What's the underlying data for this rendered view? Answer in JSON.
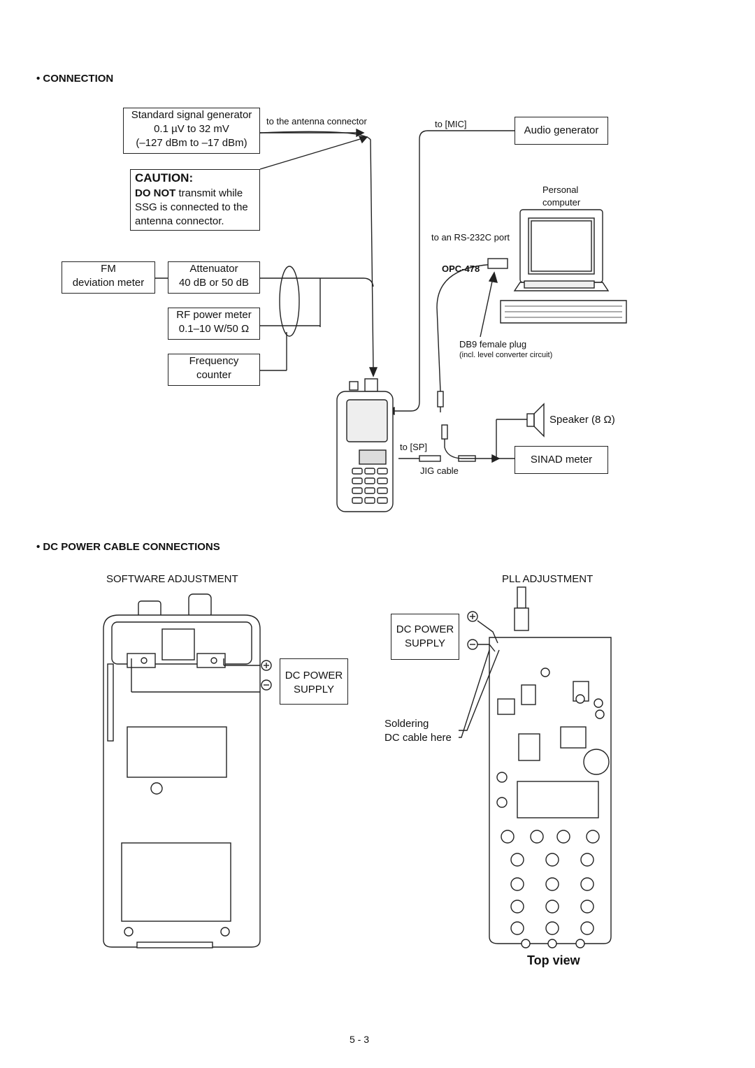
{
  "sections": {
    "connection": "• CONNECTION",
    "dc_power": "• DC POWER CABLE CONNECTIONS"
  },
  "ssg": {
    "line1": "Standard signal generator",
    "line2": "0.1 µV to 32 mV",
    "line3": "(–127 dBm to –17 dBm)"
  },
  "caution": {
    "title": "CAUTION:",
    "bold": "DO NOT",
    "text1": " transmit while",
    "text2": "SSG is connected to the",
    "text3": "antenna connector."
  },
  "fm_meter": {
    "line1": "FM",
    "line2": "deviation meter"
  },
  "attenuator": {
    "line1": "Attenuator",
    "line2": "40 dB or 50 dB"
  },
  "rf_meter": {
    "line1": "RF power meter",
    "line2": "0.1–10 W/50 Ω"
  },
  "freq_counter": {
    "line1": "Frequency",
    "line2": "counter"
  },
  "audio_gen": "Audio generator",
  "labels": {
    "to_antenna": "to the antenna connector",
    "to_mic": "to [MIC]",
    "pc1": "Personal",
    "pc2": "computer",
    "rs232": "to an RS-232C port",
    "opc": "OPC-478",
    "db9": "DB9 female plug",
    "db9_note": "(incl. level converter circuit)",
    "speaker": "Speaker (8 Ω)",
    "to_sp": "to [SP]",
    "jig": "JIG cable",
    "sinad": "SINAD meter"
  },
  "dc": {
    "software": "SOFTWARE ADJUSTMENT",
    "pll": "PLL ADJUSTMENT",
    "supply1": "DC POWER",
    "supply2": "SUPPLY",
    "solder1": "Soldering",
    "solder2": "DC cable here",
    "top_view": "Top view"
  },
  "page_number": "5 - 3"
}
